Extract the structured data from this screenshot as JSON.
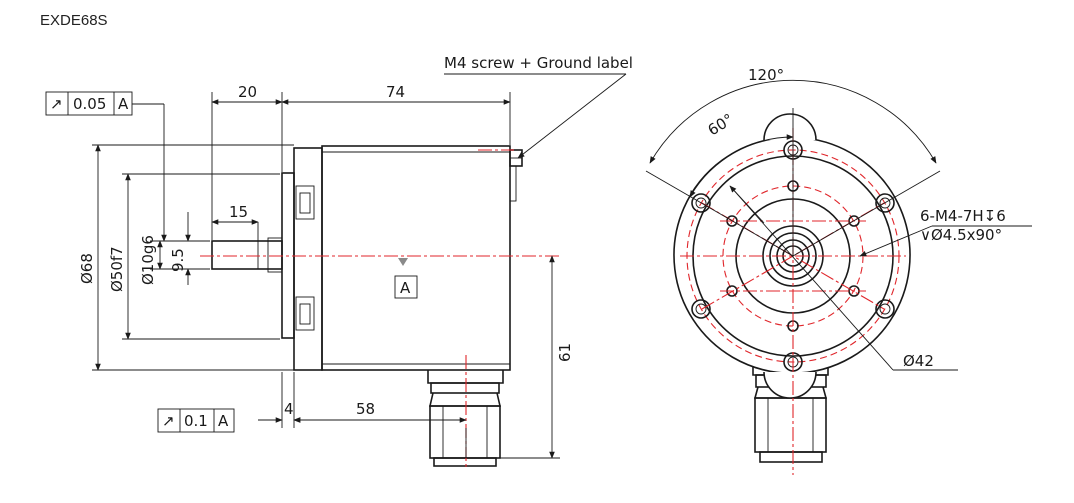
{
  "title": "EXDE68S",
  "notes": {
    "screw_label": "M4 screw + Ground label",
    "thread_spec": "6-M4-7H↧6",
    "countersink_spec": "∨Ø4.5x90°"
  },
  "datum": "A",
  "tolerances": {
    "top": {
      "symbol": "↗",
      "value": "0.05",
      "datum": "A"
    },
    "bottom": {
      "symbol": "↗",
      "value": "0.1",
      "datum": "A"
    }
  },
  "dimensions": {
    "shaft_length": "20",
    "body_length": "74",
    "flat_length": "15",
    "flat_height": "9.5",
    "shaft_dia": "Ø10g6",
    "spigot_dia": "Ø50f7",
    "body_dia": "Ø68",
    "center_height": "61",
    "flange_thickness": "4",
    "connector_offset": "58",
    "angle_outer": "120°",
    "angle_inner": "60°",
    "pcd": "Ø42"
  }
}
